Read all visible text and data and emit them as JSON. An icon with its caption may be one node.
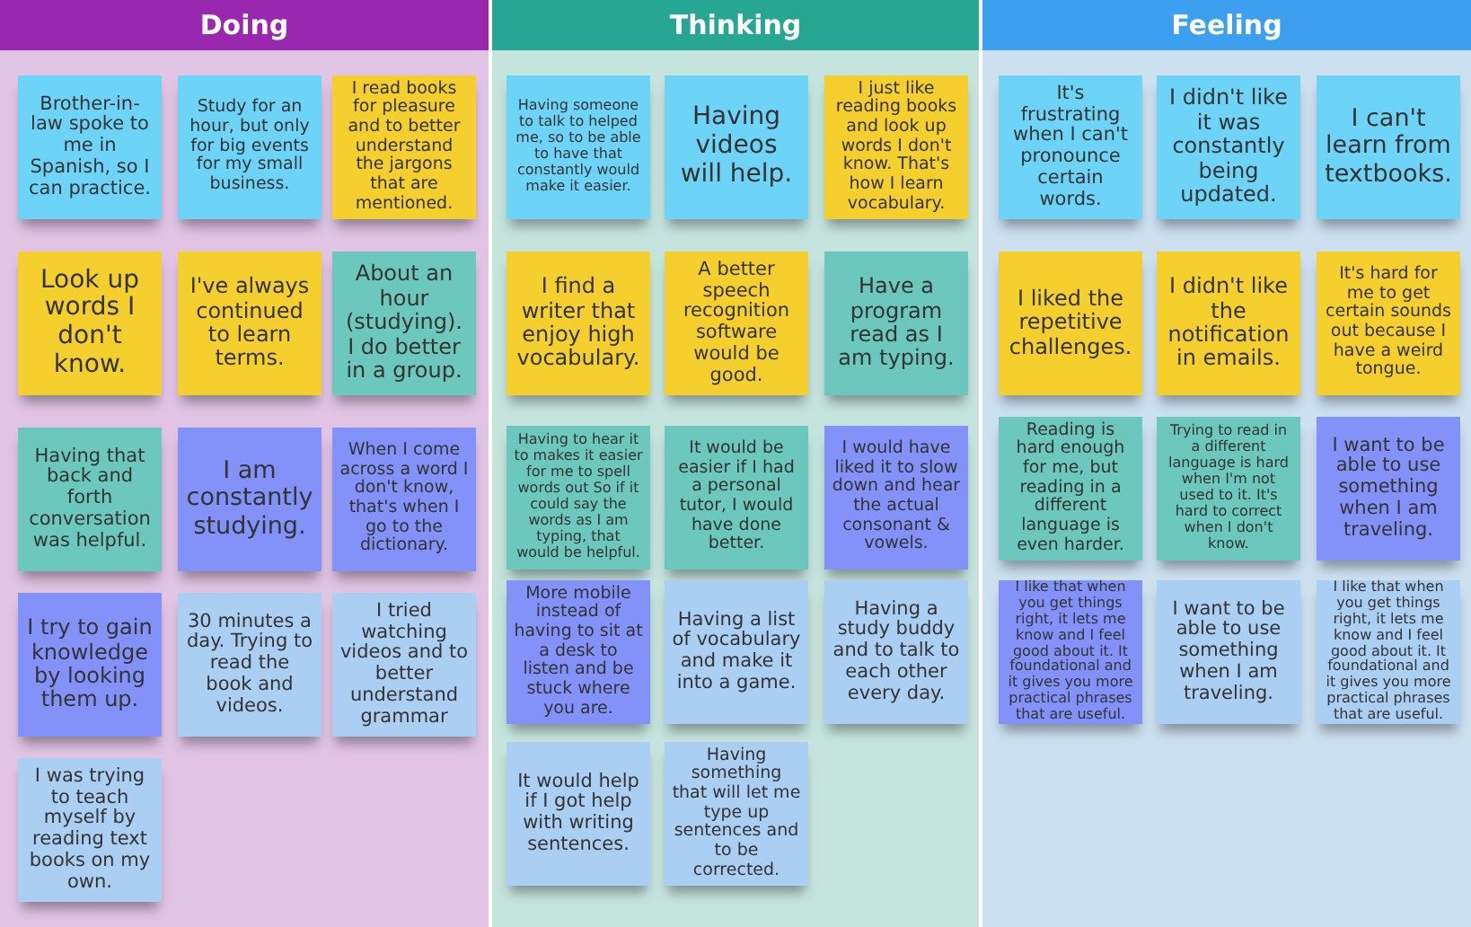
{
  "diagram": {
    "nodes": [
      {
        "text": [
          "Doing"
        ]
      },
      {
        "text": [
          "Brother-in-law spoke to me in Spanish, so I can practice."
        ],
        "in": 0
      },
      {
        "text": [
          "Study for an hour, but only for big events for my small business."
        ],
        "in": 0
      },
      {
        "text": [
          "I read books for pleasure and to better understand the jargons that are mentioned."
        ],
        "in": 0
      },
      {
        "text": [
          "Look up words I don't know."
        ],
        "in": 0
      },
      {
        "text": [
          "I've always continued to learn terms."
        ],
        "in": 0
      },
      {
        "text": [
          "About an hour (studying). I do better in a group."
        ],
        "in": 0
      },
      {
        "text": [
          "Having that back and forth conversation was helpful."
        ],
        "in": 0
      },
      {
        "text": [
          "I am constantly studying."
        ],
        "in": 0
      },
      {
        "text": [
          "When I come across a word I don't know, that's when I go to the dictionary."
        ],
        "in": 0
      },
      {
        "text": [
          "I try to gain knowledge by looking them up."
        ],
        "in": 0
      },
      {
        "text": [
          "30 minutes a day. Trying to read the book and videos."
        ],
        "in": 0
      },
      {
        "text": [
          "I tried watching videos and to better understand grammar"
        ],
        "in": 0
      },
      {
        "text": [
          "I was trying to teach myself by reading text books on my own."
        ],
        "in": 0
      },
      {
        "text": [
          "Thinking"
        ]
      },
      {
        "text": [
          "Having someone to talk to helped me, so to be able to have that constantly would make it easier."
        ],
        "in": 14
      },
      {
        "text": [
          "Having videos will help."
        ],
        "in": 14
      },
      {
        "text": [
          "I just like reading books and look up words I don't know. That's how I learn vocabulary."
        ],
        "in": 14
      },
      {
        "text": [
          "I find a writer that enjoy high vocabulary."
        ],
        "in": 14
      },
      {
        "text": [
          "A better speech recognition software would be good."
        ],
        "in": 14
      },
      {
        "text": [
          "Have a program read as I am typing."
        ],
        "in": 14
      },
      {
        "text": [
          "Having to hear it to makes it easier for me to spell words out So if it could say the words as I am typing, that would be helpful."
        ],
        "in": 14
      },
      {
        "text": [
          "It would be easier if I had a personal tutor, I would have done better."
        ],
        "in": 14
      },
      {
        "text": [
          "I would have liked it to slow down and hear the actual consonant & vowels."
        ],
        "in": 14
      },
      {
        "text": [
          "More mobile instead of having to sit at a desk to listen and be stuck where you are."
        ],
        "in": 14
      },
      {
        "text": [
          "Having a list of vocabulary and make it into a game."
        ],
        "in": 14
      },
      {
        "text": [
          "Having a study buddy and to talk to each other every day."
        ],
        "in": 14
      },
      {
        "text": [
          "It would help if I got help with writing sentences."
        ],
        "in": 14
      },
      {
        "text": [
          "Having something that will let me type up sentences and to be corrected."
        ],
        "in": 14
      },
      {
        "text": [
          "Feeling"
        ]
      },
      {
        "text": [
          "It's frustrating when I can't pronounce certain words."
        ],
        "in": 29
      },
      {
        "text": [
          "I didn't like it was constantly being updated."
        ],
        "in": 29
      },
      {
        "text": [
          "I can't learn from textbooks."
        ],
        "in": 29
      },
      {
        "text": [
          "I liked the repetitive challenges."
        ],
        "in": 29
      },
      {
        "text": [
          "I didn't like the notification in emails."
        ],
        "in": 29
      },
      {
        "text": [
          "It's hard for me to get certain sounds out because I have a weird tongue."
        ],
        "in": 29
      },
      {
        "text": [
          "Reading is hard enough for me, but reading in a different language is even harder."
        ],
        "in": 29
      },
      {
        "text": [
          "Trying to read in a different language is hard when I'm not used to it. It's hard to correct when I don't know."
        ],
        "in": 29
      },
      {
        "text": [
          "I want to be able to use something when I am traveling."
        ],
        "in": 29
      },
      {
        "text": [
          "I like that when you get things right, it lets me know and I feel good about it. It foundational and it gives you more practical phrases that are useful."
        ],
        "in": 29
      },
      {
        "text": [
          "I want to be able to use something when I am traveling."
        ],
        "in": 29
      },
      {
        "text": [
          "I like that when you get things right, it lets me know and I feel good about it. It foundational and it gives you more practical phrases that are useful."
        ],
        "in": 29
      }
    ]
  }
}
